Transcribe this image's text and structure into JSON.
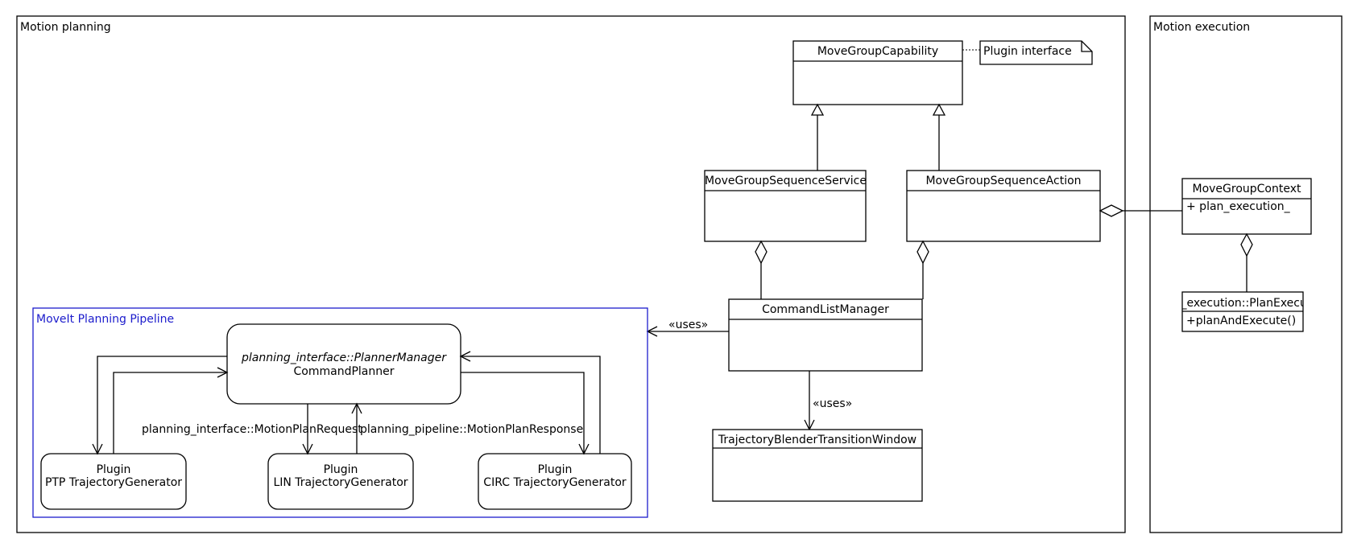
{
  "frames": {
    "motion_planning": "Motion planning",
    "motion_execution": "Motion execution",
    "planning_pipeline": "MoveIt Planning Pipeline"
  },
  "classes": {
    "move_group_capability": "MoveGroupCapability",
    "plugin_interface_note": "Plugin interface",
    "sequence_service": "MoveGroupSequenceService",
    "sequence_action": "MoveGroupSequenceAction",
    "command_list_manager": "CommandListManager",
    "blender_window": "TrajectoryBlenderTransitionWindow",
    "move_group_context": "MoveGroupContext",
    "move_group_context_attr": "+ plan_execution_",
    "plan_executor": "plan_execution::PlanExecution",
    "plan_executor_method": "+planAndExecute()"
  },
  "pipeline": {
    "planner_interface": "planning_interface::PlannerManager",
    "planner_name": "CommandPlanner",
    "request_label": "planning_interface::MotionPlanRequest",
    "response_label": "planning_pipeline::MotionPlanResponse",
    "ptp_plugin": "Plugin",
    "ptp_name": "PTP TrajectoryGenerator",
    "lin_plugin": "Plugin",
    "lin_name": "LIN TrajectoryGenerator",
    "circ_plugin": "Plugin",
    "circ_name": "CIRC TrajectoryGenerator"
  },
  "relations": {
    "uses_pipeline": "«uses»",
    "uses_blender": "«uses»"
  }
}
